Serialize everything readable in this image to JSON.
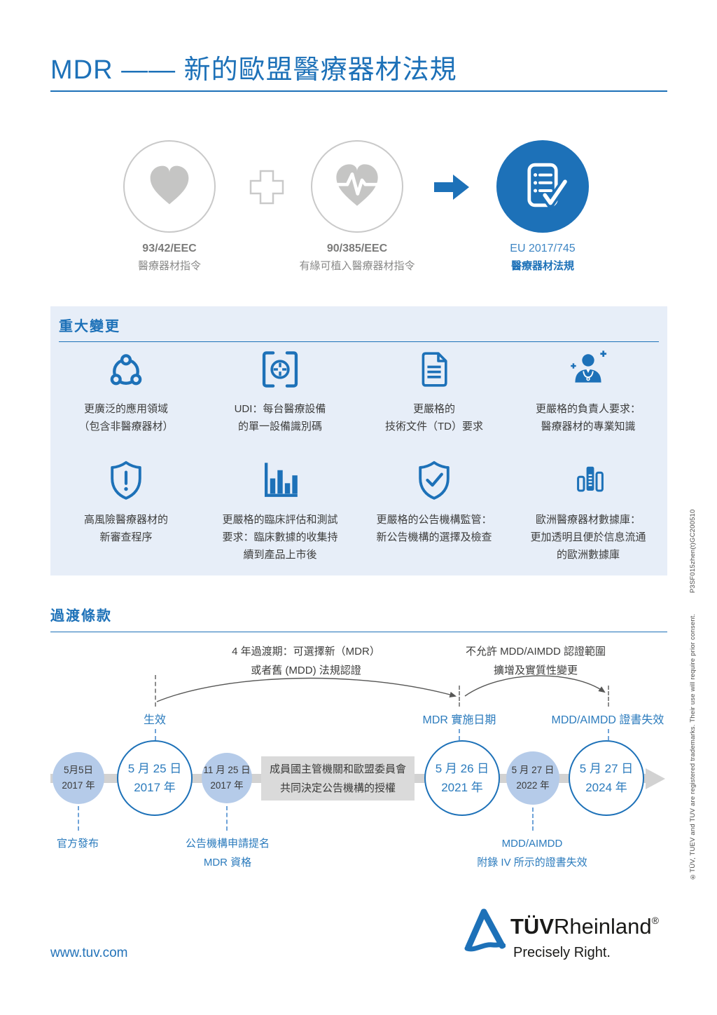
{
  "page": {
    "title": "MDR —— 新的歐盟醫療器材法規",
    "website": "www.tuv.com"
  },
  "colors": {
    "brand_blue": "#1d71b8",
    "panel_background": "#e7eef8",
    "light_circle": "#b5cbe9",
    "timeline_gray": "#d2d2d2"
  },
  "directives": {
    "items": [
      {
        "icon": "heart-icon",
        "code": "93/42/EEC",
        "label": "醫療器材指令"
      },
      {
        "icon": "heart-pulse-icon",
        "code": "90/385/EEC",
        "label": "有緣可植入醫療器材指令"
      },
      {
        "icon": "checklist-icon",
        "code": "EU 2017/745",
        "label": "醫療器材法規"
      }
    ]
  },
  "major_changes": {
    "heading": "重大變更",
    "items": [
      {
        "icon": "network-icon",
        "lines": [
          "更廣泛的應用領域",
          "（包含非醫療器材）"
        ]
      },
      {
        "icon": "udi-scan-icon",
        "lines": [
          "UDI：每台醫療設備",
          "的單一設備識別碼"
        ]
      },
      {
        "icon": "document-icon",
        "lines": [
          "更嚴格的",
          "技術文件（TD）要求"
        ]
      },
      {
        "icon": "expert-icon",
        "lines": [
          "更嚴格的負責人要求：",
          "醫療器材的專業知識"
        ]
      },
      {
        "icon": "shield-alert-icon",
        "lines": [
          "高風險醫療器材的",
          "新審查程序"
        ]
      },
      {
        "icon": "bar-chart-icon",
        "lines": [
          "更嚴格的臨床評估和測試",
          "要求：臨床數據的收集持",
          "續到產品上市後"
        ]
      },
      {
        "icon": "shield-check-icon",
        "lines": [
          "更嚴格的公告機構監管：",
          "新公告機構的選擇及檢查"
        ]
      },
      {
        "icon": "database-icon",
        "lines": [
          "歐洲醫療器材數據庫：",
          "更加透明且便於信息流通",
          "的歐洲數據庫"
        ]
      }
    ]
  },
  "transition": {
    "heading": "過渡條款",
    "annotations": [
      {
        "lines": [
          "4 年過渡期：可選擇新（MDR）",
          "或者舊 (MDD) 法規認證"
        ]
      },
      {
        "lines": [
          "不允許 MDD/AIMDD 認證範圍",
          "擴增及實質性變更"
        ]
      }
    ],
    "milestones": [
      "生效",
      "MDR 實施日期",
      "MDD/AIMDD 證書失效"
    ],
    "events": [
      {
        "date": "5月5日",
        "year": "2017 年"
      },
      {
        "date": "5 月 25 日",
        "year": "2017 年"
      },
      {
        "date": "11 月 25 日",
        "year": "2017 年"
      },
      {
        "date": "5 月 26 日",
        "year": "2021 年"
      },
      {
        "date": "5 月 27 日",
        "year": "2022 年"
      },
      {
        "date": "5 月 27 日",
        "year": "2024 年"
      }
    ],
    "gray_box": [
      "成員國主管機關和歐盟委員會",
      "共同決定公告機構的授權"
    ],
    "below_labels": [
      [
        "官方發布"
      ],
      [
        "公告機構申請提名",
        "MDR 資格"
      ],
      [
        "MDD/AIMDD",
        "附錄 IV 所示的證書失效"
      ]
    ]
  },
  "logo": {
    "brand_bold": "TÜV",
    "brand_regular": "Rheinland",
    "registered": "®",
    "tagline": "Precisely Right."
  },
  "side_note": {
    "trademark": "®TÜV, TUEV and TUV are registered trademarks. Their use will require prior consent.",
    "code": "P3SF015zhen(t)GC200510"
  }
}
